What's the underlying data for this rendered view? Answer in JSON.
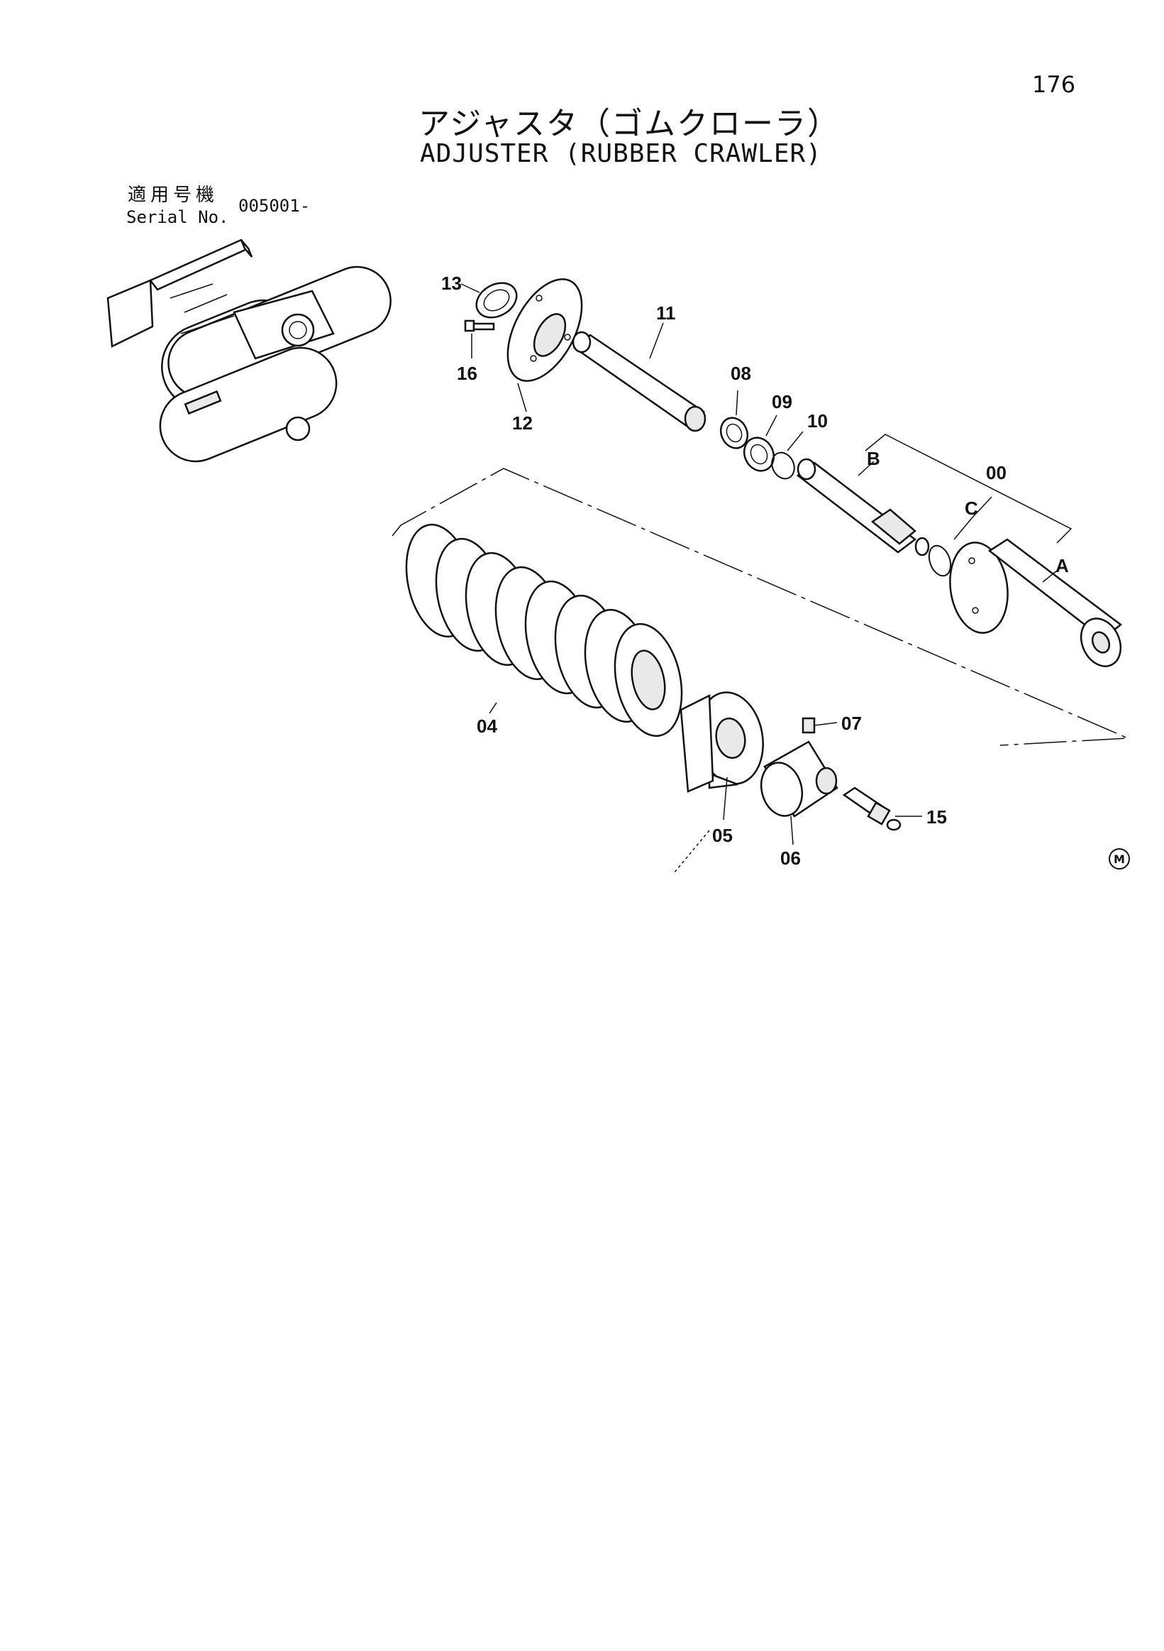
{
  "page": {
    "number": "176",
    "title_jp": "アジャスタ（ゴムクローラ）",
    "title_en": "ADJUSTER (RUBBER CRAWLER)",
    "serial_label_jp": "適用号機",
    "serial_label_en": "Serial No.",
    "serial_value": "005001-",
    "mark": "M"
  },
  "callouts": {
    "c13": "13",
    "c16": "16",
    "c12": "12",
    "c11": "11",
    "c08": "08",
    "c09": "09",
    "c10": "10",
    "cB": "B",
    "c00": "00",
    "cC": "C",
    "cA": "A",
    "c04": "04",
    "c07": "07",
    "c05": "05",
    "c06": "06",
    "c15": "15"
  }
}
